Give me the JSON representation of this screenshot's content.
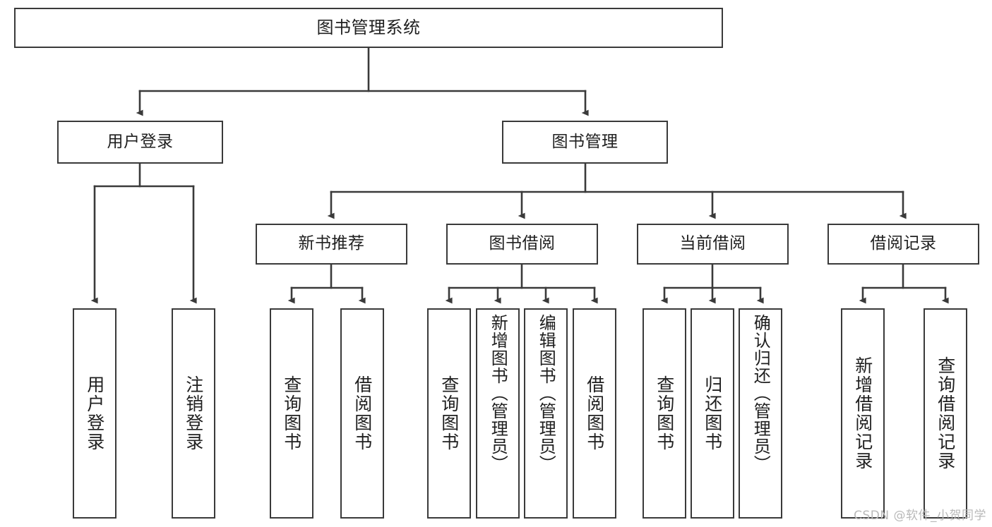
{
  "diagram": {
    "type": "tree-hierarchy",
    "title": "图书管理系统",
    "root": {
      "label": "图书管理系统"
    },
    "level2": [
      {
        "label": "用户登录"
      },
      {
        "label": "图书管理"
      }
    ],
    "level3": [
      {
        "label": "新书推荐"
      },
      {
        "label": "图书借阅"
      },
      {
        "label": "当前借阅"
      },
      {
        "label": "借阅记录"
      }
    ],
    "leaves": {
      "user_login": [
        {
          "label": "用户登录"
        },
        {
          "label": "注销登录"
        }
      ],
      "new_book_recommend": [
        {
          "label": "查询图书"
        },
        {
          "label": "借阅图书"
        }
      ],
      "book_borrow": [
        {
          "label": "查询图书"
        },
        {
          "label": "新增图书（管理员）"
        },
        {
          "label": "编辑图书（管理员）"
        },
        {
          "label": "借阅图书"
        }
      ],
      "current_borrow": [
        {
          "label": "查询图书"
        },
        {
          "label": "归还图书"
        },
        {
          "label": "确认归还（管理员）"
        }
      ],
      "borrow_record": [
        {
          "label": "新增借阅记录"
        },
        {
          "label": "查询借阅记录"
        }
      ]
    }
  },
  "watermark": {
    "text": "CSDN @软件_小贺同学"
  },
  "colors": {
    "box_border": "#3a3a3a",
    "box_fill": "#ffffff",
    "line": "#3a3a3a",
    "text": "#1f1f1f",
    "watermark": "#b9b9b9",
    "background": "#ffffff"
  }
}
